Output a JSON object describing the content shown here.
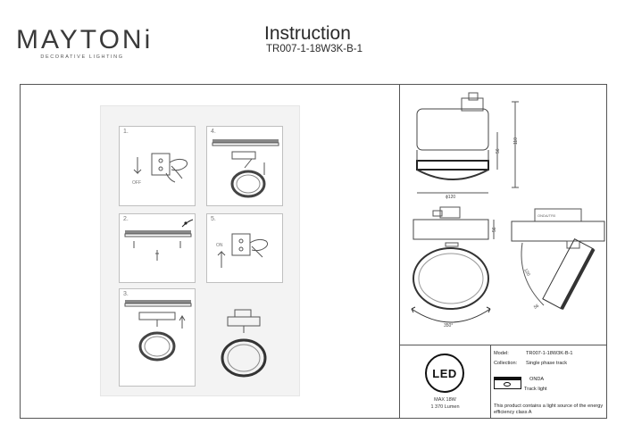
{
  "header": {
    "brand": "MAYTONi",
    "brand_tagline": "DECORATIVE LIGHTING",
    "title": "Instruction",
    "model": "TR007-1-18W3K-B-1"
  },
  "install_steps": [
    {
      "num": "1."
    },
    {
      "num": "2."
    },
    {
      "num": "3."
    },
    {
      "num": "4."
    },
    {
      "num": "5."
    }
  ],
  "dimensions": {
    "height_total": "110",
    "height_body": "56",
    "diameter": "ϕ120",
    "side_height": "56",
    "tilt_width": "120",
    "tilt_depth": "56",
    "rotation": "350°"
  },
  "label_tag": "ONDA/TR0",
  "energy": {
    "badge": "LED",
    "power": "MAX 18W",
    "lumen": "1 370 Lumen"
  },
  "info": {
    "model_label": "Model:",
    "model_value": "TR007-1-18W3K-B-1",
    "collection_label": "Collection:",
    "collection_value": "Single phase track",
    "series_name": "ONDA",
    "series_type": "Track light",
    "note": "This product contains a light source of the energy efficiency class A"
  }
}
